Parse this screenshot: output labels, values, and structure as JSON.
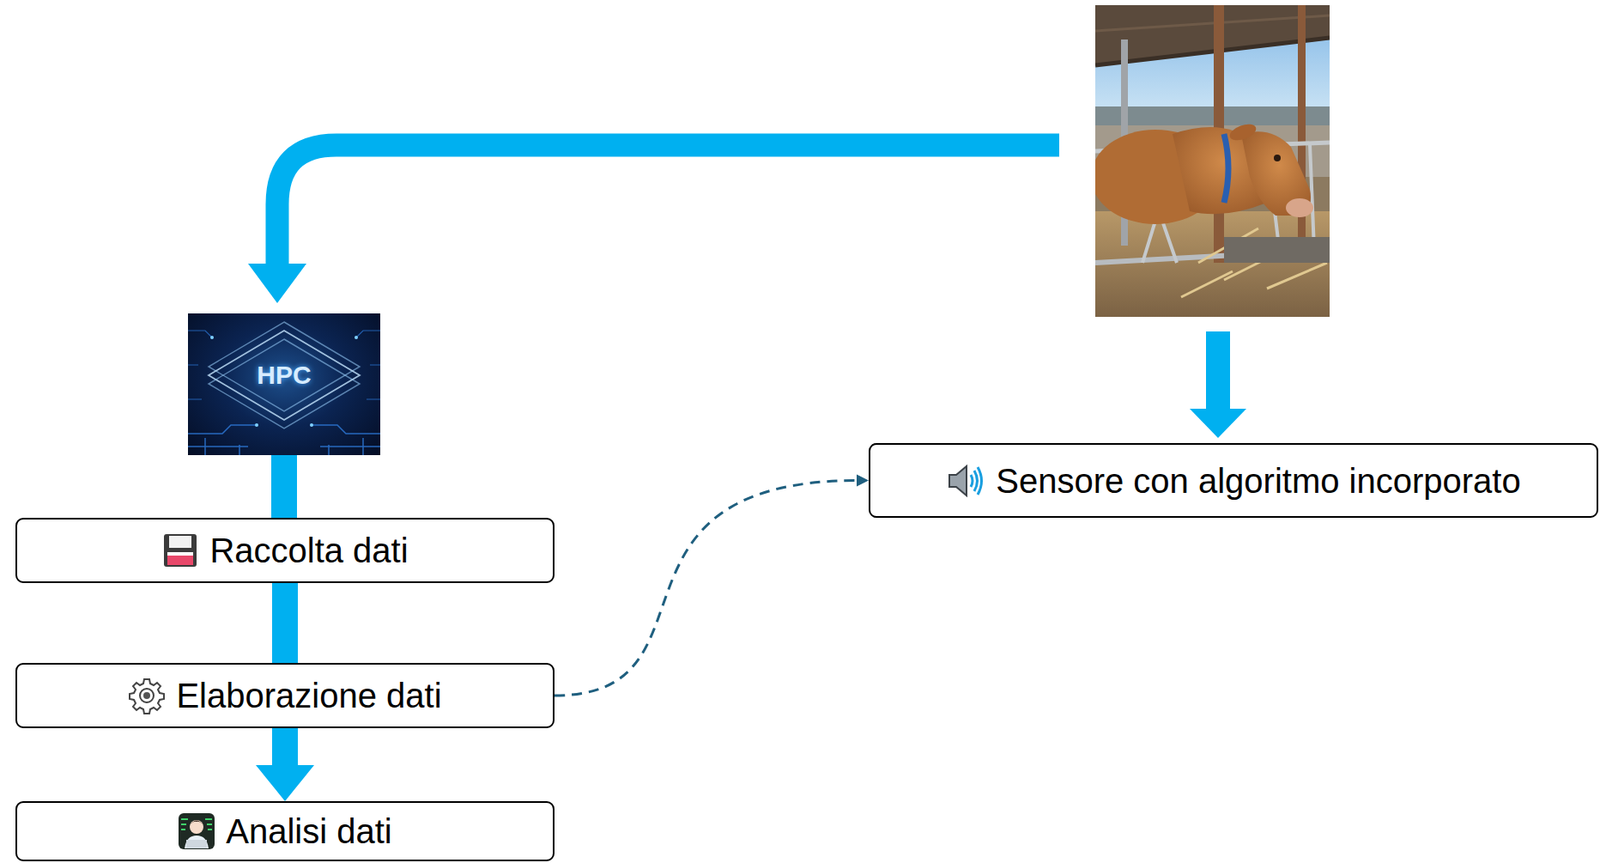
{
  "diagram": {
    "nodes": [
      {
        "text": [
          "HPC"
        ]
      },
      {
        "text": [
          "Sensore con algoritmo incorporato"
        ]
      },
      {
        "text": [
          "Raccolta dati"
        ]
      },
      {
        "text": [
          "Elaborazione dati"
        ]
      },
      {
        "text": [
          "Analisi dati"
        ]
      }
    ],
    "edges": [
      {
        "from": 0,
        "to": 2,
        "arrow": "none"
      },
      {
        "from": 2,
        "to": 3,
        "arrow": "none"
      },
      {
        "from": 3,
        "to": 4,
        "arrow": "to"
      },
      {
        "from": 3,
        "to": 1,
        "arrow": "to"
      }
    ]
  }
}
